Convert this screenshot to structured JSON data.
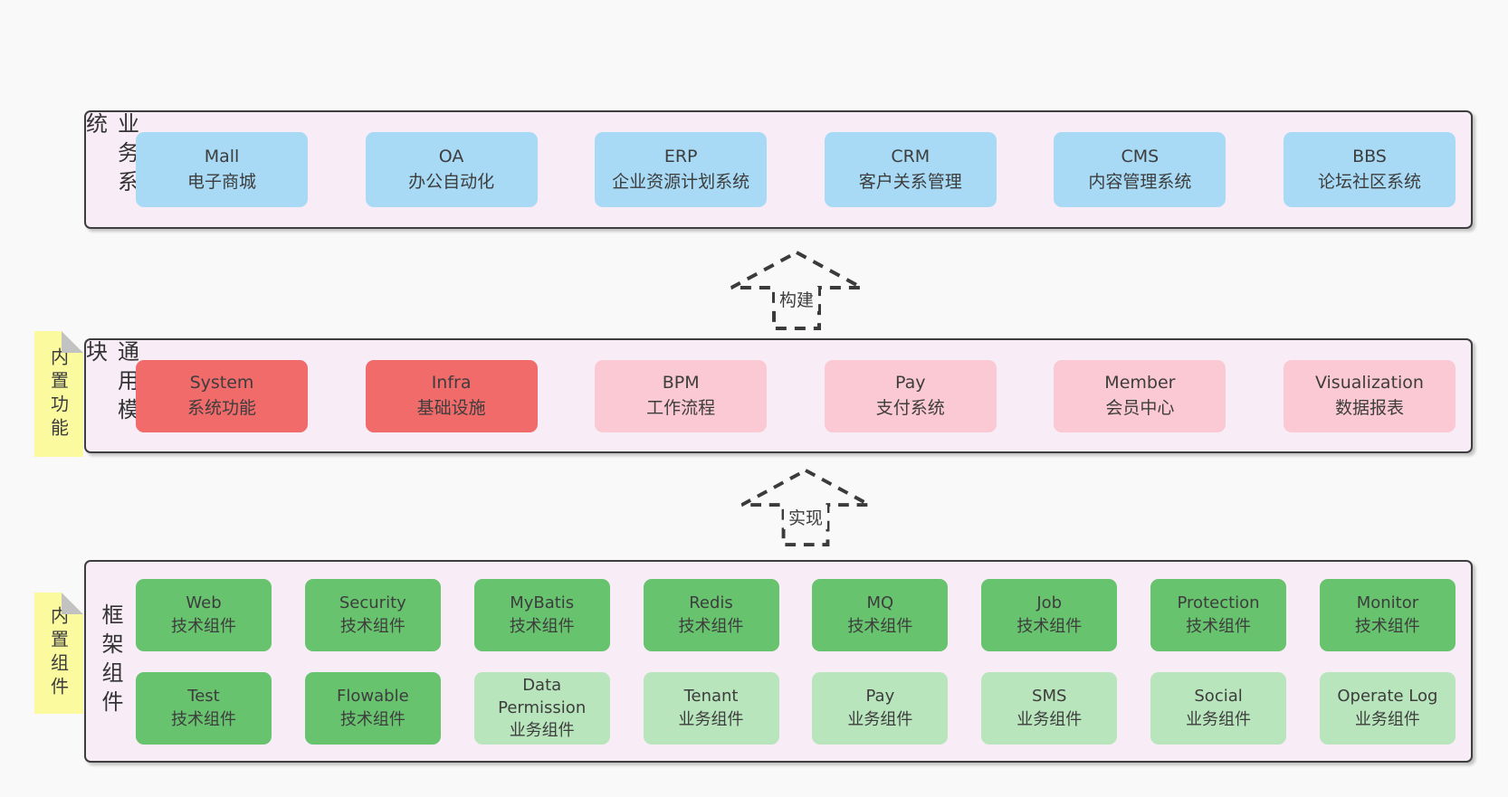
{
  "colors": {
    "page_bg": "#f9f9f9",
    "panel_bg": "#f8edf6",
    "panel_border": "#3e3e3e",
    "blue_box": "#a8daf5",
    "red_box": "#f16b6b",
    "pink_box": "#fbc9d3",
    "green_box": "#68c36f",
    "light_green_box": "#b9e5bd",
    "sticky_note": "#fbfa9e",
    "note_fold": "#c2c2c2",
    "text": "#3c3c3c"
  },
  "layers": {
    "business": {
      "title": "业务系统",
      "boxes": [
        {
          "name": "Mall",
          "desc": "电子商城",
          "type": "blue"
        },
        {
          "name": "OA",
          "desc": "办公自动化",
          "type": "blue"
        },
        {
          "name": "ERP",
          "desc": "企业资源计划系统",
          "type": "blue"
        },
        {
          "name": "CRM",
          "desc": "客户关系管理",
          "type": "blue"
        },
        {
          "name": "CMS",
          "desc": "内容管理系统",
          "type": "blue"
        },
        {
          "name": "BBS",
          "desc": "论坛社区系统",
          "type": "blue"
        }
      ]
    },
    "modules": {
      "title": "通用模块",
      "note": "内置功能",
      "boxes": [
        {
          "name": "System",
          "desc": "系统功能",
          "type": "red"
        },
        {
          "name": "Infra",
          "desc": "基础设施",
          "type": "red"
        },
        {
          "name": "BPM",
          "desc": "工作流程",
          "type": "pink"
        },
        {
          "name": "Pay",
          "desc": "支付系统",
          "type": "pink"
        },
        {
          "name": "Member",
          "desc": "会员中心",
          "type": "pink"
        },
        {
          "name": "Visualization",
          "desc": "数据报表",
          "type": "pink"
        }
      ]
    },
    "components": {
      "title": "框架组件",
      "note": "内置组件",
      "row1": [
        {
          "name": "Web",
          "desc": "技术组件",
          "type": "green"
        },
        {
          "name": "Security",
          "desc": "技术组件",
          "type": "green"
        },
        {
          "name": "MyBatis",
          "desc": "技术组件",
          "type": "green"
        },
        {
          "name": "Redis",
          "desc": "技术组件",
          "type": "green"
        },
        {
          "name": "MQ",
          "desc": "技术组件",
          "type": "green"
        },
        {
          "name": "Job",
          "desc": "技术组件",
          "type": "green"
        },
        {
          "name": "Protection",
          "desc": "技术组件",
          "type": "green"
        },
        {
          "name": "Monitor",
          "desc": "技术组件",
          "type": "green"
        }
      ],
      "row2": [
        {
          "name": "Test",
          "desc": "技术组件",
          "type": "green"
        },
        {
          "name": "Flowable",
          "desc": "技术组件",
          "type": "green"
        },
        {
          "name": "Data Permission",
          "desc": "业务组件",
          "type": "lightgreen"
        },
        {
          "name": "Tenant",
          "desc": "业务组件",
          "type": "lightgreen"
        },
        {
          "name": "Pay",
          "desc": "业务组件",
          "type": "lightgreen"
        },
        {
          "name": "SMS",
          "desc": "业务组件",
          "type": "lightgreen"
        },
        {
          "name": "Social",
          "desc": "业务组件",
          "type": "lightgreen"
        },
        {
          "name": "Operate Log",
          "desc": "业务组件",
          "type": "lightgreen"
        }
      ]
    }
  },
  "arrows": {
    "build": "构建",
    "implement": "实现"
  }
}
